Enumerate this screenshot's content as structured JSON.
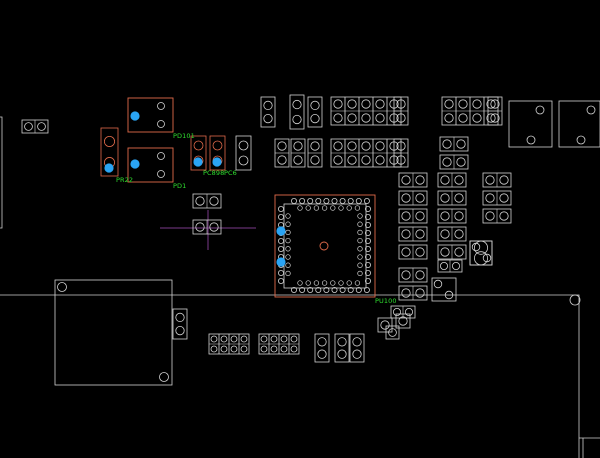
{
  "view": {
    "background": "#000000",
    "colors": {
      "outline": "#d4d4d4",
      "selected_outline": "#e06a4a",
      "highlight_pad": "#2aa4f4",
      "label": "#2fe02f",
      "crosshair": "#7a3a8a"
    }
  },
  "labels": {
    "pd101": "PD101",
    "pd1": "PD1",
    "pr22": "PR22",
    "pc898": "PC898",
    "pc6": "PC6",
    "pu100": "PU100"
  },
  "highlights": {
    "pad_color": "#2aa4f4",
    "count": 7
  }
}
